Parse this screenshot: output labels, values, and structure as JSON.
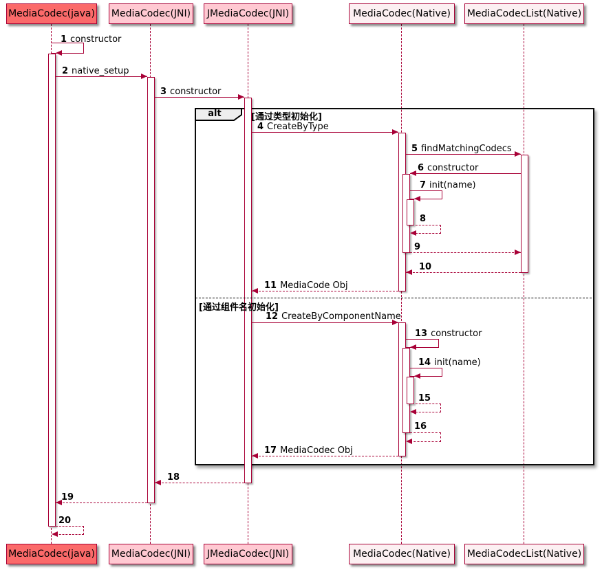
{
  "participants": [
    {
      "name": "MediaCodec(java)",
      "fill": "#FB6A6A"
    },
    {
      "name": "MediaCodec(JNI)",
      "fill": "#FFC9D2"
    },
    {
      "name": "JMediaCodec(JNI)",
      "fill": "#FFC9D2"
    },
    {
      "name": "MediaCodec(Native)",
      "fill": "#FCF0F2"
    },
    {
      "name": "MediaCodecList(Native)",
      "fill": "#FCF0F2"
    }
  ],
  "frame": {
    "operator": "alt",
    "guard1": "[通过类型初始化]",
    "guard2": "[通过组件名初始化]"
  },
  "messages": [
    {
      "num": "1",
      "text": "constructor",
      "from": "MediaCodec(java)",
      "to": "MediaCodec(java)",
      "kind": "self-call"
    },
    {
      "num": "2",
      "text": "native_setup",
      "from": "MediaCodec(java)",
      "to": "MediaCodec(JNI)",
      "kind": "call"
    },
    {
      "num": "3",
      "text": "constructor",
      "from": "MediaCodec(JNI)",
      "to": "JMediaCodec(JNI)",
      "kind": "call"
    },
    {
      "num": "4",
      "text": "CreateByType",
      "from": "JMediaCodec(JNI)",
      "to": "MediaCodec(Native)",
      "kind": "call"
    },
    {
      "num": "5",
      "text": "findMatchingCodecs",
      "from": "MediaCodec(Native)",
      "to": "MediaCodecList(Native)",
      "kind": "call"
    },
    {
      "num": "6",
      "text": "constructor",
      "from": "MediaCodecList(Native)",
      "to": "MediaCodec(Native)",
      "kind": "call"
    },
    {
      "num": "7",
      "text": "init(name)",
      "from": "MediaCodec(Native)",
      "to": "MediaCodec(Native)",
      "kind": "self-call"
    },
    {
      "num": "8",
      "text": "",
      "from": "MediaCodec(Native)",
      "to": "MediaCodec(Native)",
      "kind": "self-return"
    },
    {
      "num": "9",
      "text": "",
      "from": "MediaCodec(Native)",
      "to": "MediaCodecList(Native)",
      "kind": "return"
    },
    {
      "num": "10",
      "text": "",
      "from": "MediaCodecList(Native)",
      "to": "MediaCodec(Native)",
      "kind": "return"
    },
    {
      "num": "11",
      "text": "MediaCode Obj",
      "from": "MediaCodec(Native)",
      "to": "JMediaCodec(JNI)",
      "kind": "return"
    },
    {
      "num": "12",
      "text": "CreateByComponentName",
      "from": "JMediaCodec(JNI)",
      "to": "MediaCodec(Native)",
      "kind": "call"
    },
    {
      "num": "13",
      "text": "constructor",
      "from": "MediaCodec(Native)",
      "to": "MediaCodec(Native)",
      "kind": "self-call"
    },
    {
      "num": "14",
      "text": "init(name)",
      "from": "MediaCodec(Native)",
      "to": "MediaCodec(Native)",
      "kind": "self-call"
    },
    {
      "num": "15",
      "text": "",
      "from": "MediaCodec(Native)",
      "to": "MediaCodec(Native)",
      "kind": "self-return"
    },
    {
      "num": "16",
      "text": "",
      "from": "MediaCodec(Native)",
      "to": "MediaCodec(Native)",
      "kind": "self-return"
    },
    {
      "num": "17",
      "text": "MediaCodec Obj",
      "from": "MediaCodec(Native)",
      "to": "JMediaCodec(JNI)",
      "kind": "return"
    },
    {
      "num": "18",
      "text": "",
      "from": "JMediaCodec(JNI)",
      "to": "MediaCodec(JNI)",
      "kind": "return"
    },
    {
      "num": "19",
      "text": "",
      "from": "MediaCodec(JNI)",
      "to": "MediaCodec(java)",
      "kind": "return"
    },
    {
      "num": "20",
      "text": "",
      "from": "MediaCodec(java)",
      "to": "MediaCodec(java)",
      "kind": "self-return"
    }
  ],
  "colors": {
    "line": "#A80036",
    "participant_border": "#A80036",
    "participant_java_fill": "#FB6A6A",
    "participant_jni_fill": "#FFC9D2",
    "participant_native_fill": "#FCF0F2",
    "frame_border": "#000000",
    "operator_tab_fill": "#EEEEEE"
  }
}
